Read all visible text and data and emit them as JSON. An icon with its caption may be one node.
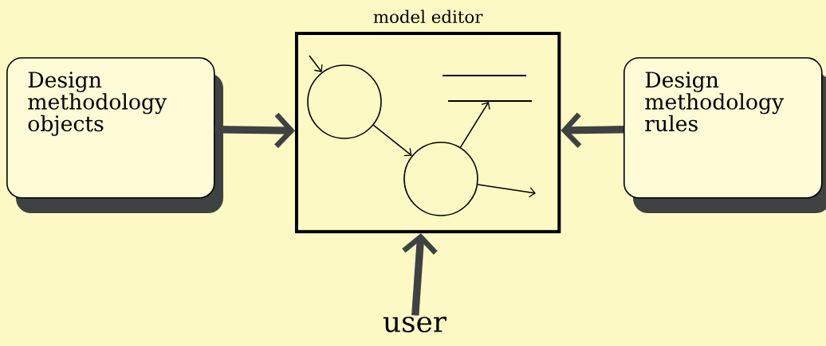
{
  "diagram": {
    "nodes": [
      {
        "text": [
          "Design methodology objects"
        ]
      },
      {
        "text": [
          "model editor"
        ]
      },
      {
        "text": [
          "Design methodology rules"
        ]
      },
      {
        "text": [
          "user"
        ]
      },
      {
        "text": [],
        "shape": "circle",
        "in": 1
      },
      {
        "text": [],
        "shape": "circle",
        "in": 1
      }
    ],
    "edges": [
      {
        "from": 0,
        "to": 1,
        "arrow": "to",
        "style": "thick",
        "color": "#3e4242"
      },
      {
        "from": 2,
        "to": 1,
        "arrow": "to",
        "style": "thick",
        "color": "#3e4242"
      },
      {
        "from": 3,
        "to": 1,
        "arrow": "to",
        "style": "thick",
        "color": "#3e4242"
      },
      {
        "from": null,
        "to": 4,
        "arrow": "to"
      },
      {
        "from": 4,
        "to": 5,
        "arrow": "to"
      },
      {
        "from": 5,
        "to": null,
        "arrow": "to"
      },
      {
        "from": 5,
        "to": null,
        "arrow": "to"
      }
    ]
  }
}
